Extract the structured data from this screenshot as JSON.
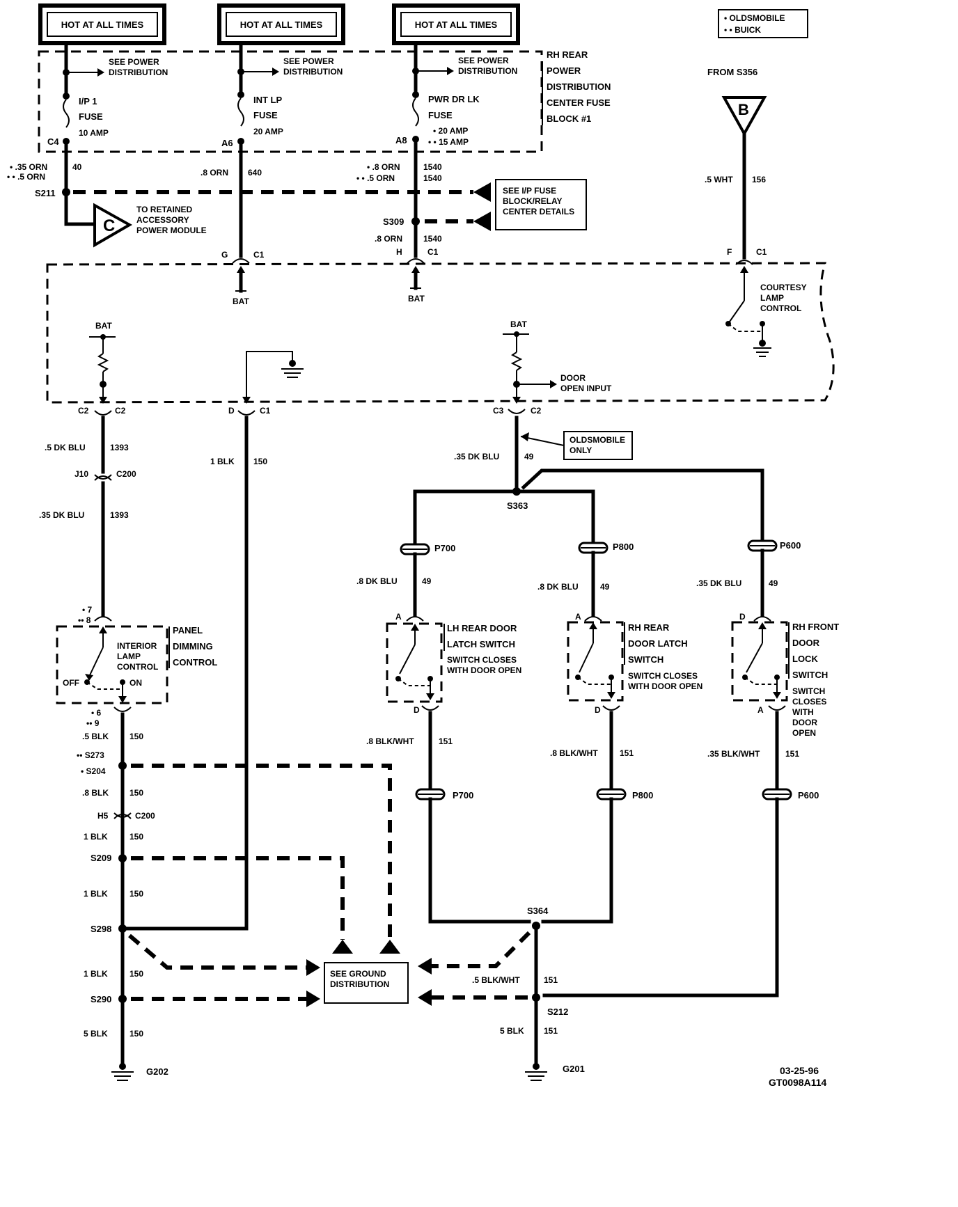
{
  "legend": {
    "oldsmobile": "• OLDSMOBILE",
    "buick": "• • BUICK"
  },
  "headers": [
    "HOT AT ALL TIMES",
    "HOT AT ALL TIMES",
    "HOT AT ALL TIMES"
  ],
  "power_dist": "SEE POWER DISTRIBUTION",
  "fuse_block": [
    "RH REAR",
    "POWER",
    "DISTRIBUTION",
    "CENTER FUSE",
    "BLOCK #1"
  ],
  "fuses": [
    {
      "name": "I/P 1",
      "label": "FUSE",
      "rating": "10 AMP",
      "pin": "C4"
    },
    {
      "name": "INT LP",
      "label": "FUSE",
      "rating": "20 AMP",
      "pin": "A6"
    },
    {
      "name": "PWR DR LK",
      "label": "FUSE",
      "rating1": "• 20 AMP",
      "rating2": "• • 15 AMP",
      "pin": "A8"
    }
  ],
  "wires": {
    "w40a": "• .35 ORN",
    "w40b": "• • .5 ORN",
    "c40": "40",
    "w640": ".8 ORN",
    "c640": "640",
    "w1540a": "• .8 ORN",
    "w1540b": "• • .5 ORN",
    "c1540": "1540",
    "w1540c": ".8 ORN",
    "w156": ".5 WHT",
    "c156": "156",
    "w1393a": ".5 DK BLU",
    "c1393": "1393",
    "w1393b": ".35 DK BLU",
    "w150a": "1 BLK",
    "c150": "150",
    "w49": ".35 DK BLU",
    "c49": "49",
    "w49a": ".8 DK BLU",
    "w49b": ".8 DK BLU",
    "w49c": ".35 DK BLU",
    "w150b": ".5 BLK",
    "w150c": ".8 BLK",
    "w150d": "1 BLK",
    "w150e": "1 BLK",
    "w150f": "1 BLK",
    "w150g": "5 BLK",
    "w151a": ".8 BLK/WHT",
    "w151b": ".8 BLK/WHT",
    "w151c": ".35 BLK/WHT",
    "c151": "151",
    "w151d": ".5 BLK/WHT",
    "w151e": "5 BLK"
  },
  "splices": {
    "S211": "S211",
    "S309": "S309",
    "S363": "S363",
    "S273": "•• S273",
    "S204": "• S204",
    "S209": "S209",
    "S298": "S298",
    "S290": "S290",
    "S364": "S364",
    "S212": "S212"
  },
  "grounds": {
    "G202": "G202",
    "G201": "G201"
  },
  "connectors": {
    "G": "G",
    "C1": "C1",
    "H": "H",
    "F": "F",
    "C2": "C2",
    "D": "D",
    "C3": "C3",
    "J10": "J10",
    "C200": "C200",
    "H5": "H5",
    "A": "A",
    "P700": "P700",
    "P800": "P800",
    "P600": "P600",
    "p7": "• 7",
    "p8": "•• 8",
    "p6": "• 6",
    "p9": "•• 9"
  },
  "bat": "BAT",
  "from_s356": "FROM S356",
  "B": "B",
  "C": "C",
  "to_retained": [
    "TO RETAINED",
    "ACCESSORY",
    "POWER MODULE"
  ],
  "see_ip": [
    "SEE I/P FUSE",
    "BLOCK/RELAY",
    "CENTER DETAILS"
  ],
  "courtesy": [
    "COURTESY",
    "LAMP",
    "CONTROL"
  ],
  "door_open": [
    "DOOR",
    "OPEN INPUT"
  ],
  "olds_only": [
    "OLDSMOBILE",
    "ONLY"
  ],
  "interior": [
    "INTERIOR",
    "LAMP",
    "CONTROL"
  ],
  "off": "OFF",
  "on": "ON",
  "panel": [
    "PANEL",
    "DIMMING",
    "CONTROL"
  ],
  "lh_rear": [
    "LH REAR DOOR",
    "LATCH SWITCH",
    "SWITCH CLOSES",
    "WITH DOOR OPEN"
  ],
  "rh_rear": [
    "RH REAR",
    "DOOR LATCH",
    "SWITCH",
    "SWITCH CLOSES",
    "WITH DOOR OPEN"
  ],
  "rh_front": [
    "RH FRONT",
    "DOOR",
    "LOCK",
    "SWITCH",
    "SWITCH",
    "CLOSES",
    "WITH",
    "DOOR",
    "OPEN"
  ],
  "see_ground": [
    "SEE GROUND",
    "DISTRIBUTION"
  ],
  "date": "03-25-96",
  "code": "GT0098A114"
}
